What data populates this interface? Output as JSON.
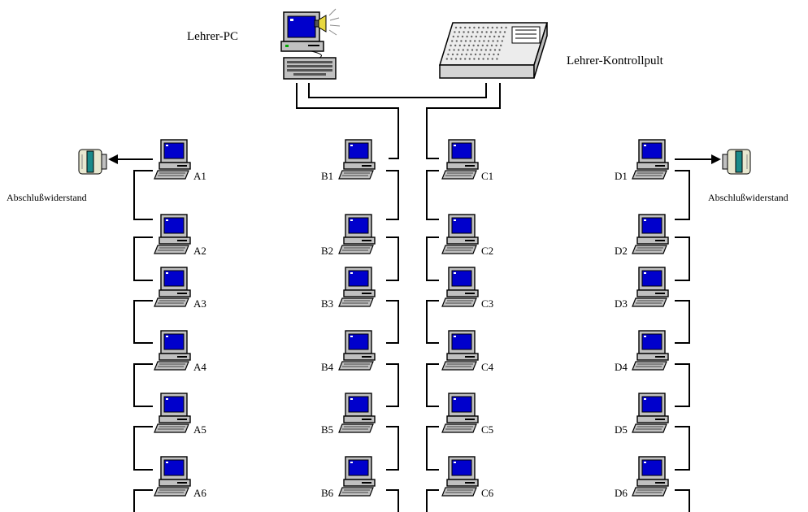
{
  "teacher_pc": {
    "label": "Lehrer-PC",
    "icon": "teacher-pc-speaker-icon"
  },
  "control_panel": {
    "label": "Lehrer-Kontrollpult",
    "icon": "control-panel-icon"
  },
  "terminators": {
    "left": {
      "label": "Abschlußwiderstand",
      "icon": "terminator-plug-icon"
    },
    "right": {
      "label": "Abschlußwiderstand",
      "icon": "terminator-plug-icon"
    }
  },
  "workstation_icon": "desktop-computer-icon",
  "columns": [
    {
      "id": "A",
      "labels": [
        "A1",
        "A2",
        "A3",
        "A4",
        "A5",
        "A6"
      ]
    },
    {
      "id": "B",
      "labels": [
        "B1",
        "B2",
        "B3",
        "B4",
        "B5",
        "B6"
      ]
    },
    {
      "id": "C",
      "labels": [
        "C1",
        "C2",
        "C3",
        "C4",
        "C5",
        "C6"
      ]
    },
    {
      "id": "D",
      "labels": [
        "D1",
        "D2",
        "D3",
        "D4",
        "D5",
        "D6"
      ]
    }
  ],
  "colors": {
    "screen": "#0000cc",
    "case": "#c0c0c0",
    "wire": "#000000"
  }
}
